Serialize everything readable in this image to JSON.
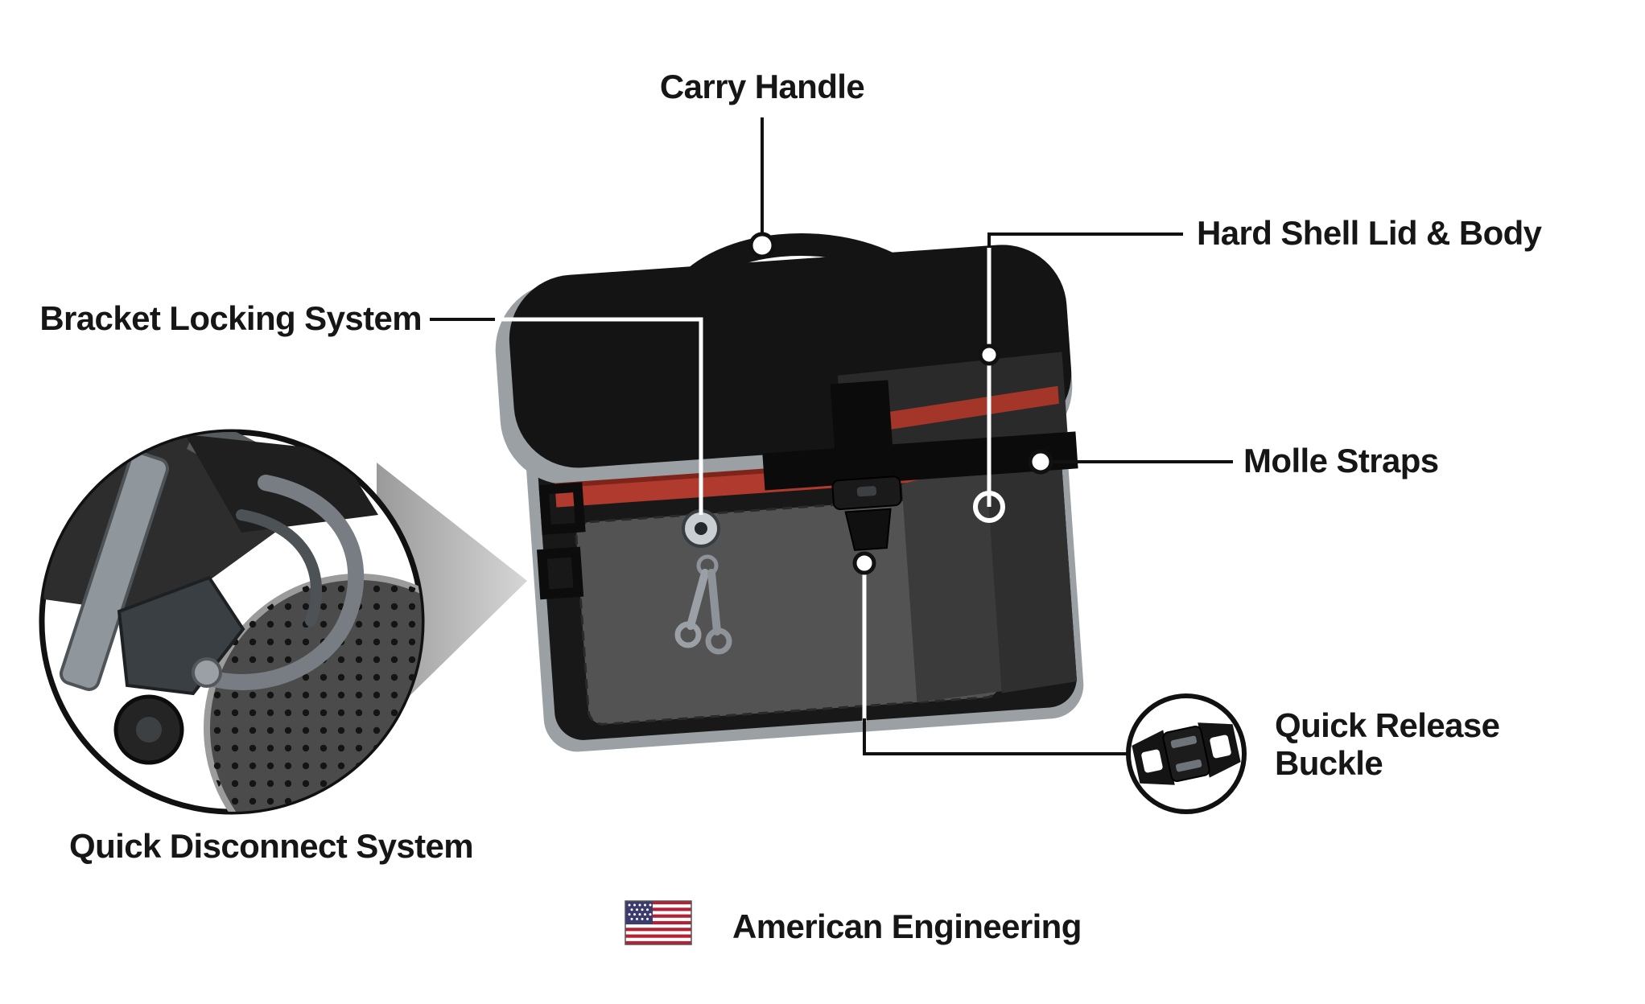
{
  "diagram": {
    "type": "product-feature-callout-diagram",
    "product": "motorcycle saddlebag",
    "callouts": {
      "carry_handle": {
        "label": "Carry Handle"
      },
      "hard_shell": {
        "label": "Hard Shell Lid & Body"
      },
      "bracket_locking": {
        "label": "Bracket Locking System"
      },
      "molle_straps": {
        "label": "Molle Straps"
      },
      "quick_release": {
        "line1": "Quick Release",
        "line2": "Buckle"
      },
      "quick_disconnect": {
        "label": "Quick Disconnect System"
      }
    },
    "footer": {
      "label": "American Engineering"
    },
    "icons": [
      "us-flag-icon",
      "quick-release-buckle-icon",
      "quick-disconnect-bracket-icon",
      "lock-keys-icon",
      "carry-handle-icon"
    ],
    "colors": {
      "text": "#161616",
      "callout_line": "#111111",
      "callout_line_on_bag": "#ffffff",
      "bag_black": "#161616",
      "panel_gray": "#535353",
      "trim_gray": "#9aa0a3",
      "accent_red": "#b03a2e",
      "wedge_gray": "#bdbdbd",
      "flag_red": "#B22234",
      "flag_blue": "#3C3B6E",
      "background": "#ffffff"
    }
  }
}
